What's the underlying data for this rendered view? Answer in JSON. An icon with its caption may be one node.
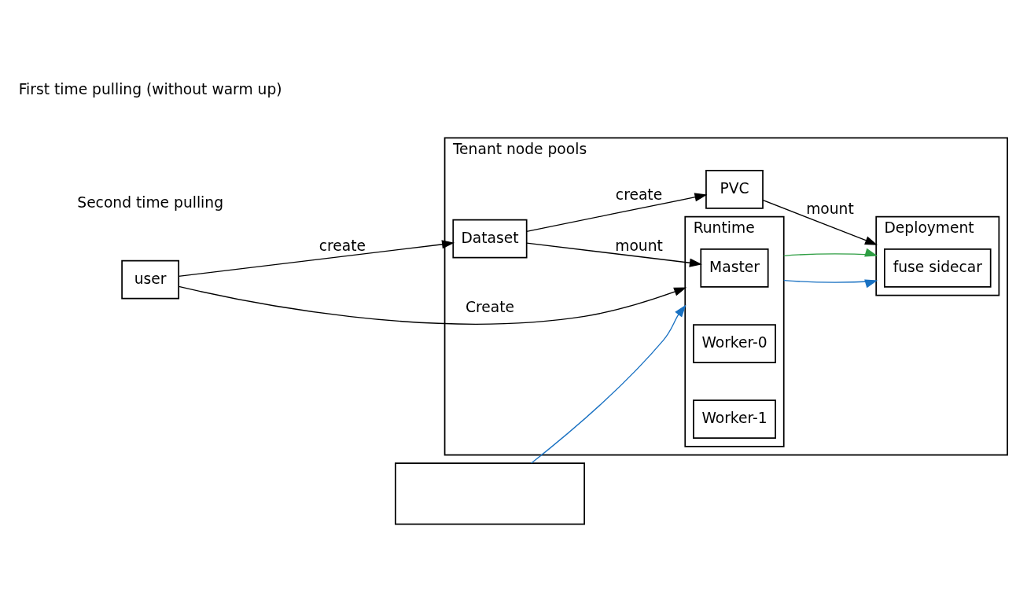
{
  "diagram": {
    "nodes": [
      {
        "text": [
          "user"
        ]
      },
      {
        "text": [
          "Tenant node pools"
        ]
      },
      {
        "text": [
          "Dataset"
        ],
        "in": 1
      },
      {
        "text": [
          "PVC"
        ],
        "in": 1
      },
      {
        "text": [
          "Runtime"
        ],
        "in": 1
      },
      {
        "text": [
          "Master"
        ],
        "in": 4
      },
      {
        "text": [
          "Worker-0"
        ],
        "in": 4
      },
      {
        "text": [
          "Worker-1"
        ],
        "in": 4
      },
      {
        "text": [
          "Deployment"
        ],
        "in": 1
      },
      {
        "text": [
          "fuse sidecar"
        ],
        "in": 8
      },
      {
        "text": [],
        "shape": "box"
      }
    ],
    "edges": [
      {
        "from": 0,
        "to": 2,
        "arrow": "to",
        "label": "create"
      },
      {
        "from": 2,
        "to": 3,
        "arrow": "to",
        "label": "create"
      },
      {
        "from": 2,
        "to": 5,
        "arrow": "to",
        "label": "mount"
      },
      {
        "from": 3,
        "to": 8,
        "arrow": "to",
        "label": "mount"
      },
      {
        "from": 0,
        "to": 4,
        "arrow": "to",
        "label": "Create"
      },
      {
        "from": 4,
        "to": 8,
        "arrow": "to",
        "color": "#1971c2"
      },
      {
        "from": 4,
        "to": 8,
        "arrow": "to",
        "color": "#2f9e44"
      },
      {
        "from": 10,
        "to": 4,
        "arrow": "to",
        "color": "#1971c2"
      }
    ],
    "legend": [
      {
        "text": "First time pulling (without warm up)"
      },
      {
        "text": "Second time pulling"
      }
    ]
  }
}
